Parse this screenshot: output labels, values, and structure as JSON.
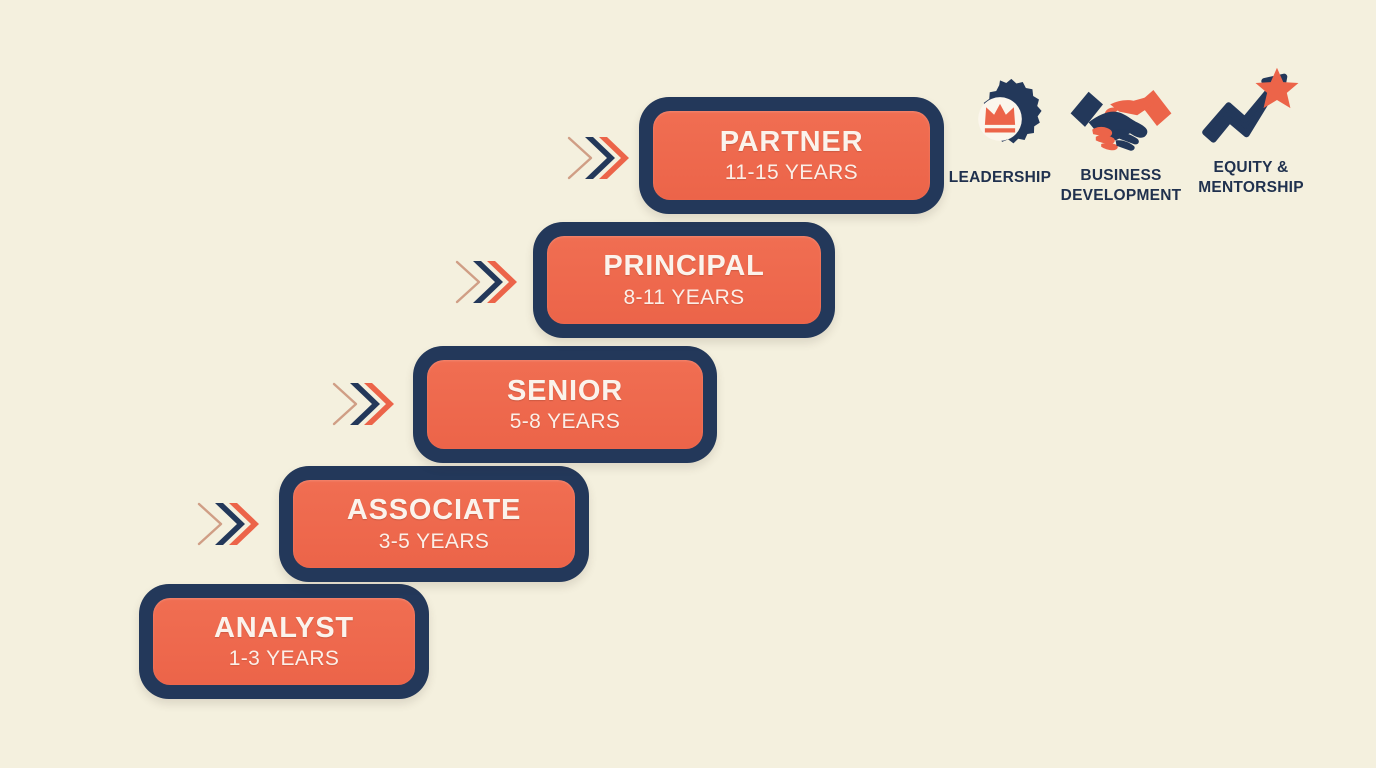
{
  "canvas": {
    "background_color": "#F4F0DE",
    "navy": "#23385A",
    "orange": "#EC6449",
    "cream_text": "#FBF3EC"
  },
  "ladder": {
    "steps": [
      {
        "title": "ANALYST",
        "years": "1-3 YEARS",
        "level": 1
      },
      {
        "title": "ASSOCIATE",
        "years": "3-5 YEARS",
        "level": 2
      },
      {
        "title": "SENIOR",
        "years": "5-8 YEARS",
        "level": 3
      },
      {
        "title": "PRINCIPAL",
        "years": "8-11 YEARS",
        "level": 4
      },
      {
        "title": "PARTNER",
        "years": "11-15 YEARS",
        "level": 5
      }
    ],
    "connectors": [
      {
        "icon": "double-chevron-right-icon",
        "from": "ANALYST",
        "to": "ASSOCIATE"
      },
      {
        "icon": "double-chevron-right-icon",
        "from": "ASSOCIATE",
        "to": "SENIOR"
      },
      {
        "icon": "double-chevron-right-icon",
        "from": "SENIOR",
        "to": "PRINCIPAL"
      },
      {
        "icon": "double-chevron-right-icon",
        "from": "PRINCIPAL",
        "to": "PARTNER"
      }
    ]
  },
  "attributes": [
    {
      "label": "LEADERSHIP",
      "icon": "gear-crown-icon"
    },
    {
      "label": "BUSINESS\nDEVELOPMENT",
      "icon": "handshake-icon"
    },
    {
      "label": "EQUITY &\nMENTORSHIP",
      "icon": "growth-arrow-star-icon"
    }
  ]
}
